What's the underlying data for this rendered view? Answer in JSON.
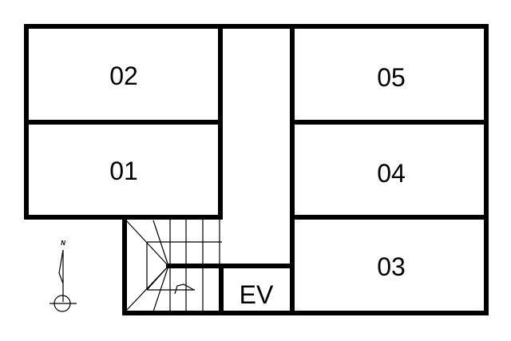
{
  "floor_plan": {
    "rooms": [
      {
        "id": "02",
        "label": "02"
      },
      {
        "id": "01",
        "label": "01"
      },
      {
        "id": "05",
        "label": "05"
      },
      {
        "id": "04",
        "label": "04"
      },
      {
        "id": "03",
        "label": "03"
      }
    ],
    "elevator_label": "EV",
    "north_label": "N"
  }
}
